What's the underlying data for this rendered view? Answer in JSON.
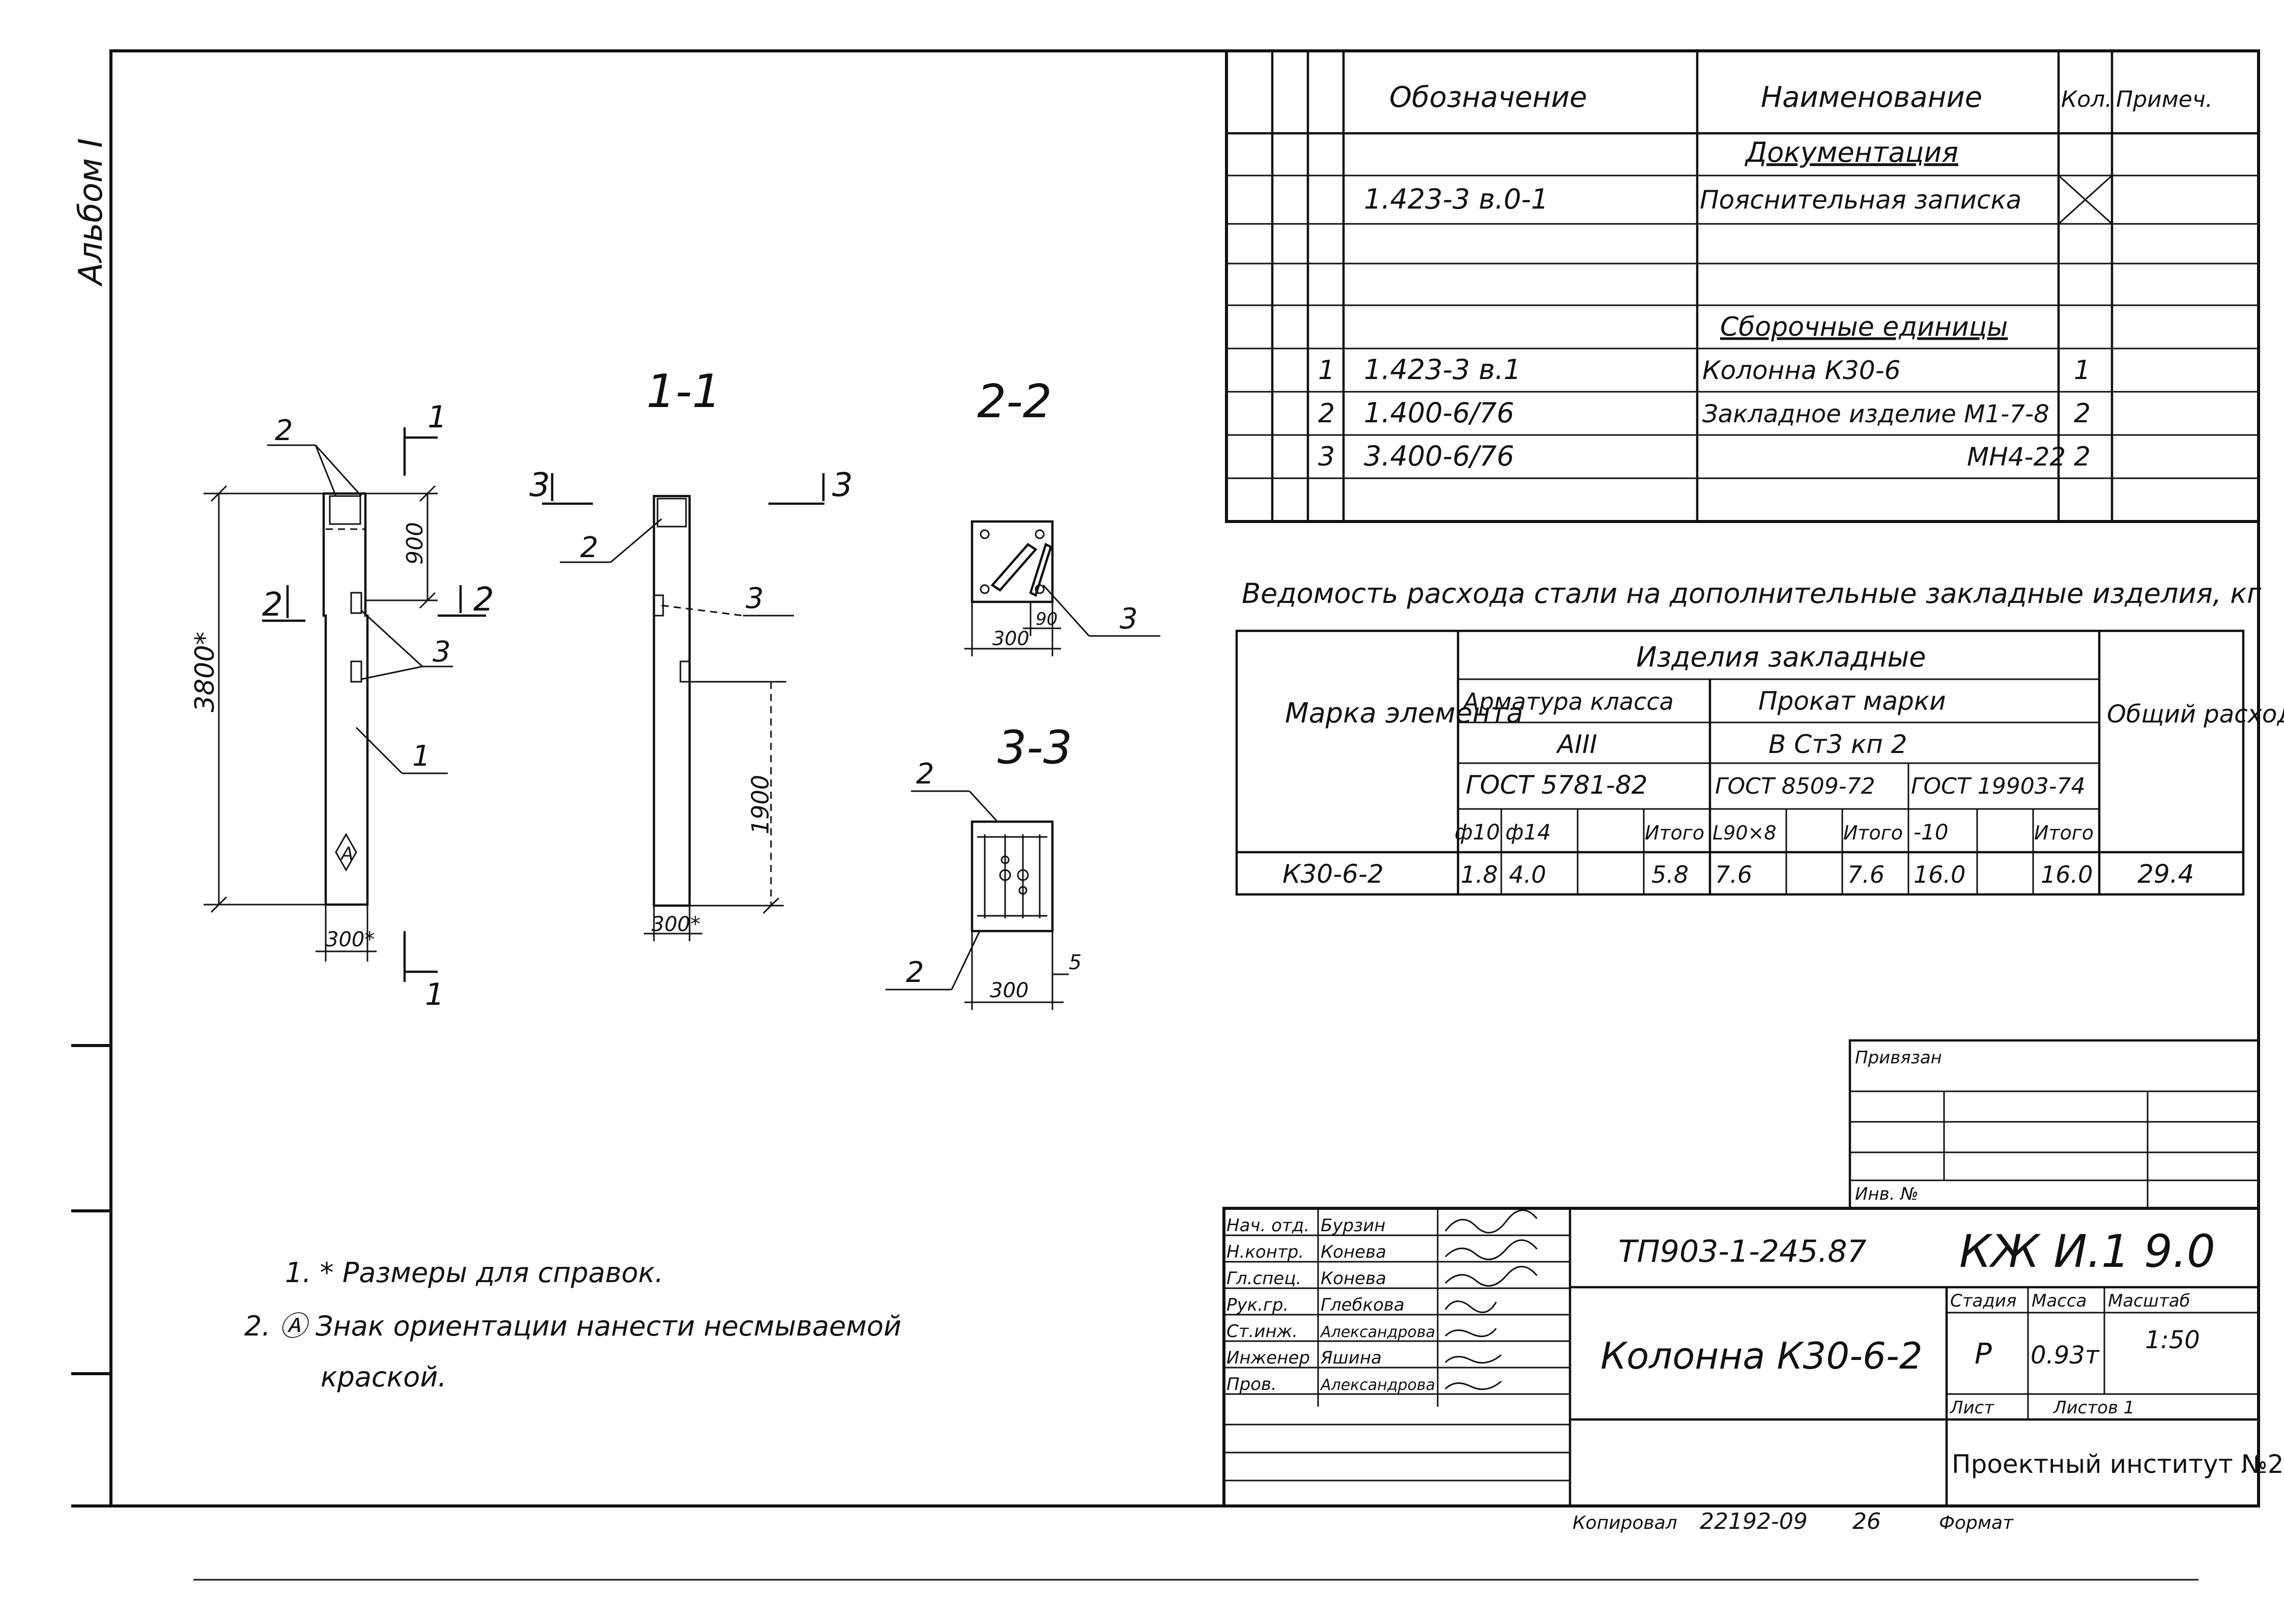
{
  "margin_label": "Альбом I",
  "spec_table": {
    "headers": [
      "Обозначение",
      "Наименование",
      "Кол.",
      "Примеч."
    ],
    "sections": {
      "documentation": "Документация",
      "assemblies": "Сборочные единицы"
    },
    "rows": [
      {
        "pos": "",
        "designation": "1.423-3 в.0-1",
        "name": "Пояснительная записка",
        "qty": ""
      },
      {
        "pos": "1",
        "designation": "1.423-3 в.1",
        "name": "Колонна  К30-6",
        "qty": "1"
      },
      {
        "pos": "2",
        "designation": "1.400-6/76",
        "name": "Закладное изделие М1-7-8",
        "qty": "2"
      },
      {
        "pos": "3",
        "designation": "3.400-6/76",
        "name": "МН4-22",
        "qty": "2"
      }
    ]
  },
  "steel_table": {
    "title": "Ведомость расхода стали на дополнительные закладные изделия, кг",
    "col_element": "Марка элемента",
    "group_header": "Изделия  закладные",
    "armature_header": "Арматура класса",
    "armature_class": "АIII",
    "armature_gost": "ГОСТ 5781-82",
    "rolled_header": "Прокат  марки",
    "rolled_grade": "В Ст3 кп 2",
    "rolled_gost1": "ГОСТ 8509-72",
    "rolled_gost2": "ГОСТ 19903-74",
    "total_header": "Общий расход",
    "subcols": [
      "ф10",
      "ф14",
      "",
      "Итого",
      "L90×8",
      "",
      "Итого",
      "-10",
      "",
      "Итого"
    ],
    "row": {
      "element": "К30-6-2",
      "values": [
        "1.8",
        "4.0",
        "",
        "5.8",
        "7.6",
        "",
        "7.6",
        "16.0",
        "",
        "16.0"
      ],
      "total": "29.4"
    }
  },
  "drawing": {
    "section_11": "1-1",
    "section_22": "2-2",
    "section_33": "3-3",
    "cut_1": "1",
    "cut_2": "2",
    "cut_3": "3",
    "leader_1": "1",
    "leader_2": "2",
    "leader_3": "3",
    "dim_height": "3800*",
    "dim_900": "900",
    "dim_1900": "1900",
    "dim_300_col": "300*",
    "dim_300_sec": "300*",
    "dim_300_22": "300",
    "dim_90": "90",
    "dim_300_33": "300",
    "dim_5": "5",
    "orientation_mark": "А"
  },
  "notes": [
    "1. * Размеры для справок.",
    "2. Ⓐ Знак ориентации нанести несмываемой",
    "краской."
  ],
  "privyazan": "Привязан",
  "inv_no": "Инв. №",
  "title_block": {
    "signatures": [
      {
        "role": "Нач. отд.",
        "name": "Бурзин"
      },
      {
        "role": "Н.контр.",
        "name": "Конева"
      },
      {
        "role": "Гл.спец.",
        "name": "Конева"
      },
      {
        "role": "Рук.гр.",
        "name": "Глебкова"
      },
      {
        "role": "Ст.инж.",
        "name": "Александрова"
      },
      {
        "role": "Инженер",
        "name": "Яшина"
      },
      {
        "role": "Пров.",
        "name": "Александрова"
      }
    ],
    "project_code": "ТП903-1-245.87",
    "sheet_code": "КЖ И.1 9.0",
    "title": "Колонна  К30-6-2",
    "stage_label": "Стадия",
    "mass_label": "Масса",
    "scale_label": "Масштаб",
    "stage": "Р",
    "mass": "0.93т",
    "scale": "1:50",
    "sheet_label": "Лист",
    "sheets_label": "Листов 1",
    "institute": "Проектный институт №2"
  },
  "footer": {
    "copied": "Копировал",
    "number": "22192-09",
    "page": "26",
    "format": "Формат"
  }
}
